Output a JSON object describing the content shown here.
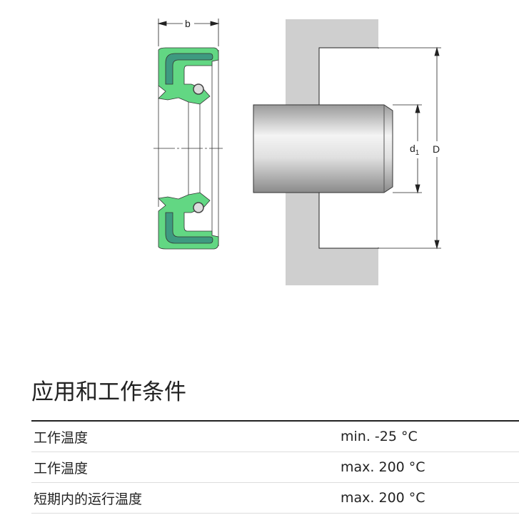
{
  "diagram": {
    "labels": {
      "width": "b",
      "shaft_diameter": "d",
      "shaft_diameter_sub": "1",
      "bore_diameter": "D"
    },
    "colors": {
      "seal": "#62d783",
      "insert": "#3e9a80",
      "housing": "#cfcfcf"
    }
  },
  "section": {
    "title": "应用和工作条件",
    "rows": [
      {
        "label": "工作温度",
        "value": "min. -25 °C"
      },
      {
        "label": "工作温度",
        "value": "max. 200 °C"
      },
      {
        "label": "短期内的运行温度",
        "value": "max. 200 °C"
      }
    ]
  }
}
